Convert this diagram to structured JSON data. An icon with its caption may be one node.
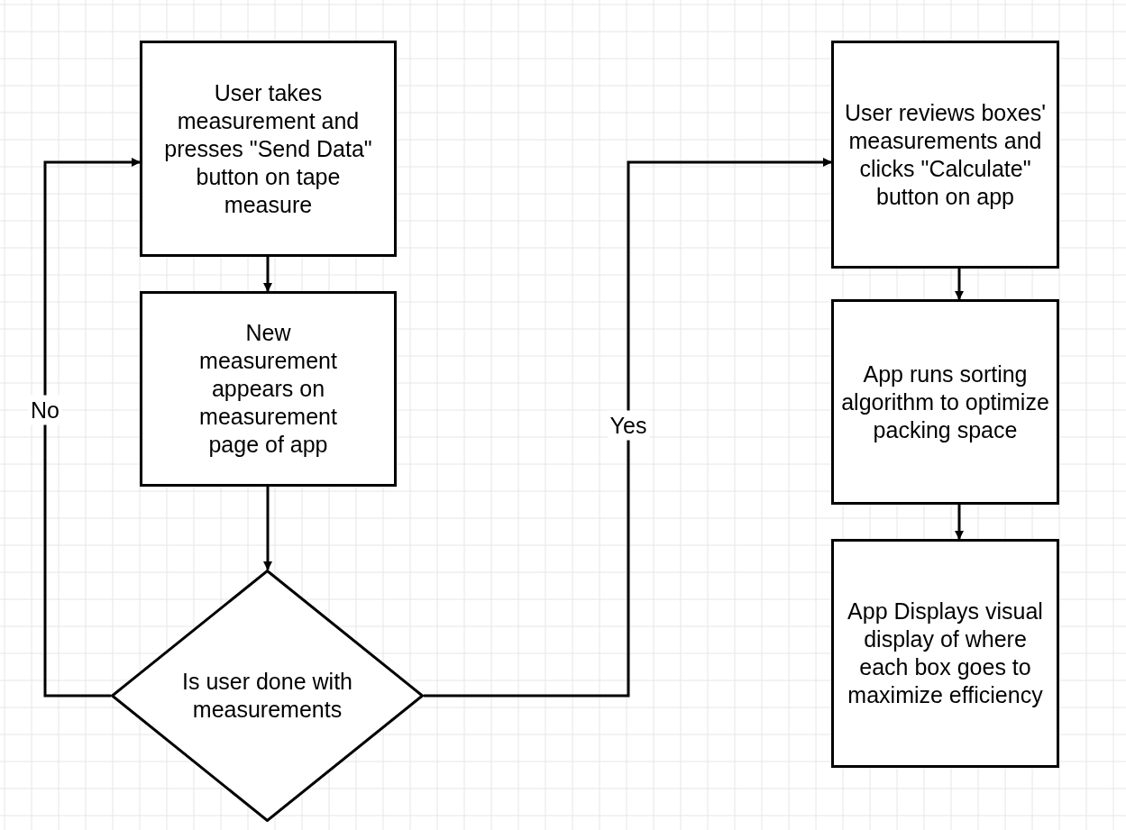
{
  "diagram": {
    "nodes": [
      {
        "text": [
          "User takes measurement and presses \"Send Data\" button on tape measure"
        ]
      },
      {
        "text": [
          "New measurement appears on measurement page of app"
        ]
      },
      {
        "text": [
          "Is user done with measurements"
        ]
      },
      {
        "text": [
          "User reviews boxes' measurements and clicks \"Calculate\" button on app"
        ]
      },
      {
        "text": [
          "App runs sorting algorithm to optimize packing space"
        ]
      },
      {
        "text": [
          "App Displays visual display of where each box goes to maximize efficiency"
        ]
      }
    ],
    "edges": [
      {
        "from": 0,
        "to": 1,
        "arrow": "to"
      },
      {
        "from": 1,
        "to": 2,
        "arrow": "to"
      },
      {
        "from": 2,
        "to": 0,
        "arrow": "to",
        "label": "No"
      },
      {
        "from": 2,
        "to": 3,
        "arrow": "to",
        "label": "Yes"
      },
      {
        "from": 3,
        "to": 4,
        "arrow": "to"
      },
      {
        "from": 4,
        "to": 5,
        "arrow": "to"
      }
    ]
  }
}
